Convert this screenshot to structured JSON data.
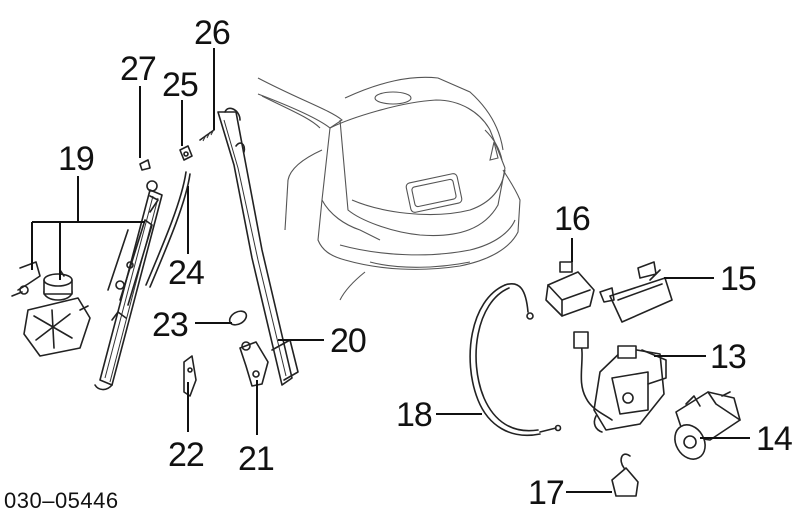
{
  "diagram": {
    "callouts": [
      {
        "id": "26",
        "label": "26"
      },
      {
        "id": "27",
        "label": "27"
      },
      {
        "id": "25",
        "label": "25"
      },
      {
        "id": "19",
        "label": "19"
      },
      {
        "id": "24",
        "label": "24"
      },
      {
        "id": "23",
        "label": "23"
      },
      {
        "id": "20",
        "label": "20"
      },
      {
        "id": "22",
        "label": "22"
      },
      {
        "id": "21",
        "label": "21"
      },
      {
        "id": "16",
        "label": "16"
      },
      {
        "id": "15",
        "label": "15"
      },
      {
        "id": "13",
        "label": "13"
      },
      {
        "id": "18",
        "label": "18"
      },
      {
        "id": "14",
        "label": "14"
      },
      {
        "id": "17",
        "label": "17"
      }
    ],
    "drawing_code": "030–05446"
  }
}
